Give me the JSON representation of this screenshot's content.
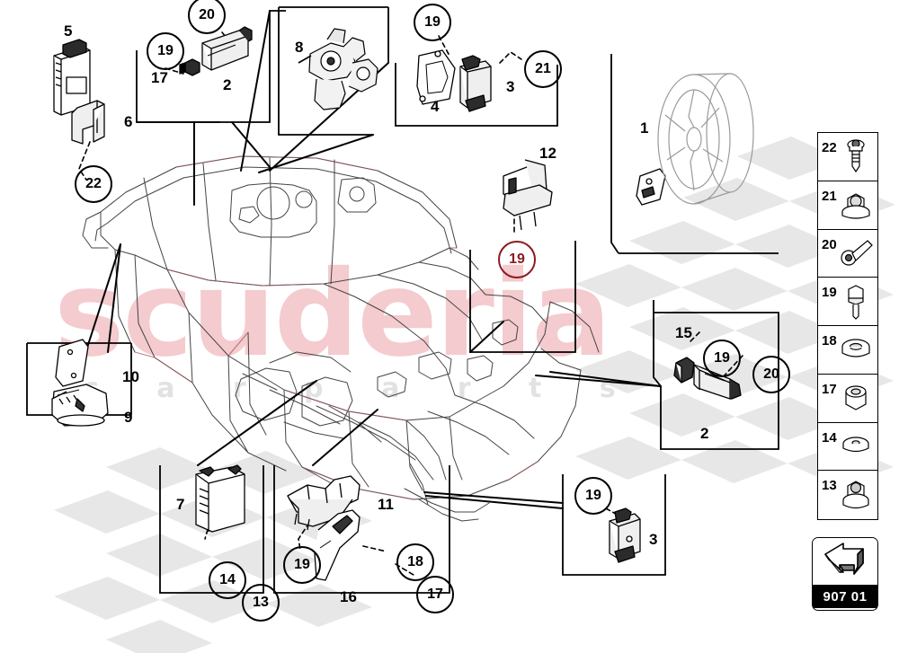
{
  "page": {
    "badge_code": "907 01",
    "watermark_main": "scuderia",
    "watermark_sub": "c a r p a r t s",
    "accent_red": "#8d1a20",
    "line_color": "#000000",
    "body_line_color": "#3a3a3a",
    "flag_color": "#e3e3e3",
    "watermark_color": "#f4c9cc"
  },
  "callouts": {
    "c5": {
      "label": "5"
    },
    "c6": {
      "label": "6"
    },
    "c22": {
      "label": "22"
    },
    "c19a": {
      "label": "19"
    },
    "c17a": {
      "label": "17"
    },
    "c20a": {
      "label": "20"
    },
    "c2a": {
      "label": "2"
    },
    "c8": {
      "label": "8"
    },
    "c19b": {
      "label": "19"
    },
    "c4": {
      "label": "4"
    },
    "c3a": {
      "label": "3"
    },
    "c21": {
      "label": "21"
    },
    "c1": {
      "label": "1"
    },
    "c12": {
      "label": "12"
    },
    "c19c": {
      "label": "19"
    },
    "c10": {
      "label": "10"
    },
    "c9": {
      "label": "9"
    },
    "c15": {
      "label": "15"
    },
    "c19d": {
      "label": "19"
    },
    "c20b": {
      "label": "20"
    },
    "c2b": {
      "label": "2"
    },
    "c7": {
      "label": "7"
    },
    "c14": {
      "label": "14"
    },
    "c13": {
      "label": "13"
    },
    "c11": {
      "label": "11"
    },
    "c19e": {
      "label": "19"
    },
    "c16": {
      "label": "16"
    },
    "c18": {
      "label": "18"
    },
    "c17b": {
      "label": "17"
    },
    "c19f": {
      "label": "19"
    },
    "c3b": {
      "label": "3"
    }
  },
  "hardware_list": [
    {
      "num": "22",
      "icon": "rivet-screw-icon"
    },
    {
      "num": "21",
      "icon": "flange-nut-icon"
    },
    {
      "num": "20",
      "icon": "bolt-icon"
    },
    {
      "num": "19",
      "icon": "hex-bolt-icon"
    },
    {
      "num": "18",
      "icon": "washer-icon"
    },
    {
      "num": "17",
      "icon": "hex-nut-icon"
    },
    {
      "num": "14",
      "icon": "flat-washer-icon"
    },
    {
      "num": "13",
      "icon": "cap-nut-icon"
    }
  ]
}
